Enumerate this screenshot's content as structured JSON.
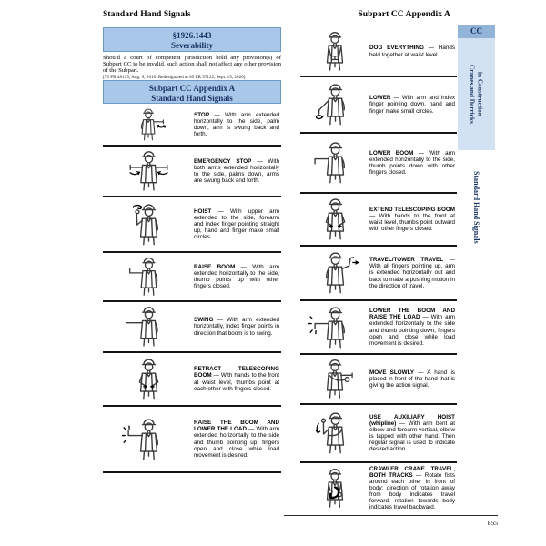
{
  "page": {
    "left_header": "Standard Hand Signals",
    "right_header": "Subpart CC Appendix A",
    "page_number": "855",
    "separator": "—"
  },
  "severability": {
    "heading_line1": "§1926.1443",
    "heading_line2": "Severability",
    "body": "Should a court of competent jurisdiction hold any provision(s) of Subpart CC to be invalid, such action shall not affect any other provision of the Subpart.",
    "citation": "[75 FR 48135, Aug. 9, 2010. Redesignated at 85 FR 57122, Sept. 15, 2020]"
  },
  "appendix": {
    "heading_line1": "Subpart CC Appendix A",
    "heading_line2": "Standard Hand Signals"
  },
  "sidebar": {
    "tab": "CC",
    "strip_line1": "Cranes and Derricks",
    "strip_line2": "in Construction",
    "vertical_label": "Standard Hand Signals"
  },
  "colors": {
    "heading_box_bg": "#a9c7e9",
    "heading_box_border": "#6d99c4",
    "heading_text": "#17305f",
    "tab_bg": "#92b4d9",
    "strip_bg": "#d3e2f2",
    "divider": "#151515"
  },
  "signals_left": [
    {
      "name": "STOP",
      "figure": "stop-signal-figure",
      "description": "With arm extended horizontally to the side, palm down, arm is swung back and forth."
    },
    {
      "name": "EMERGENCY STOP",
      "figure": "emergency-stop-signal-figure",
      "description": "With both arms extended horizontally to the side, palms down, arms are swung back and forth."
    },
    {
      "name": "HOIST",
      "figure": "hoist-signal-figure",
      "description": "With upper arm extended to the side, forearm and index finger pointing straight up, hand and finger make small circles."
    },
    {
      "name": "RAISE BOOM",
      "figure": "raise-boom-signal-figure",
      "description": "With arm extended horizontally to the side, thumb points up with other fingers closed."
    },
    {
      "name": "SWING",
      "figure": "swing-signal-figure",
      "description": "With arm extended horizontally, index finger points in direction that boom is to swing."
    },
    {
      "name": "RETRACT TELESCOPING BOOM",
      "figure": "retract-telescoping-boom-signal-figure",
      "description": "With hands to the front at waist level, thumbs point at each other with fingers closed."
    },
    {
      "name": "RAISE THE BOOM AND LOWER THE LOAD",
      "figure": "raise-boom-lower-load-signal-figure",
      "description": "With arm extended horizontally to the side and thumb pointing up, fingers open and close while load movement is desired."
    }
  ],
  "signals_right": [
    {
      "name": "DOG EVERYTHING",
      "figure": "dog-everything-signal-figure",
      "description": "Hands held together at waist level."
    },
    {
      "name": "LOWER",
      "figure": "lower-signal-figure",
      "description": "With arm and index finger pointing down, hand and finger make small circles."
    },
    {
      "name": "LOWER BOOM",
      "figure": "lower-boom-signal-figure",
      "description": "With arm extended horizontally to the side, thumb points down with other fingers closed."
    },
    {
      "name": "EXTEND TELESCOPING BOOM",
      "figure": "extend-telescoping-boom-signal-figure",
      "description": "With hands to the front at waist level, thumbs point outward with other fingers closed."
    },
    {
      "name": "TRAVEL/TOWER TRAVEL",
      "figure": "travel-tower-travel-signal-figure",
      "description": "With all fingers pointing up, arm is extended horizontally out and back to make a pushing motion in the direction of travel."
    },
    {
      "name": "LOWER THE BOOM AND RAISE THE LOAD",
      "figure": "lower-boom-raise-load-signal-figure",
      "description": "With arm extended horizontally to the side and thumb pointing down, fingers open and close while load movement is desired."
    },
    {
      "name": "MOVE SLOWLY",
      "figure": "move-slowly-signal-figure",
      "description": "A hand is placed in front of the hand that is giving the action signal."
    },
    {
      "name": "USE AUXILIARY HOIST (whipline)",
      "figure": "use-auxiliary-hoist-signal-figure",
      "description": "With arm bent at elbow and forearm vertical, elbow is tapped with other hand. Then regular signal is used to indicate desired action."
    },
    {
      "name": "CRAWLER CRANE TRAVEL, BOTH TRACKS",
      "figure": "crawler-crane-travel-signal-figure",
      "description": "Rotate fists around each other in front of body; direction of rotation away from body indicates travel forward, rotation towards body indicates travel backward."
    }
  ]
}
